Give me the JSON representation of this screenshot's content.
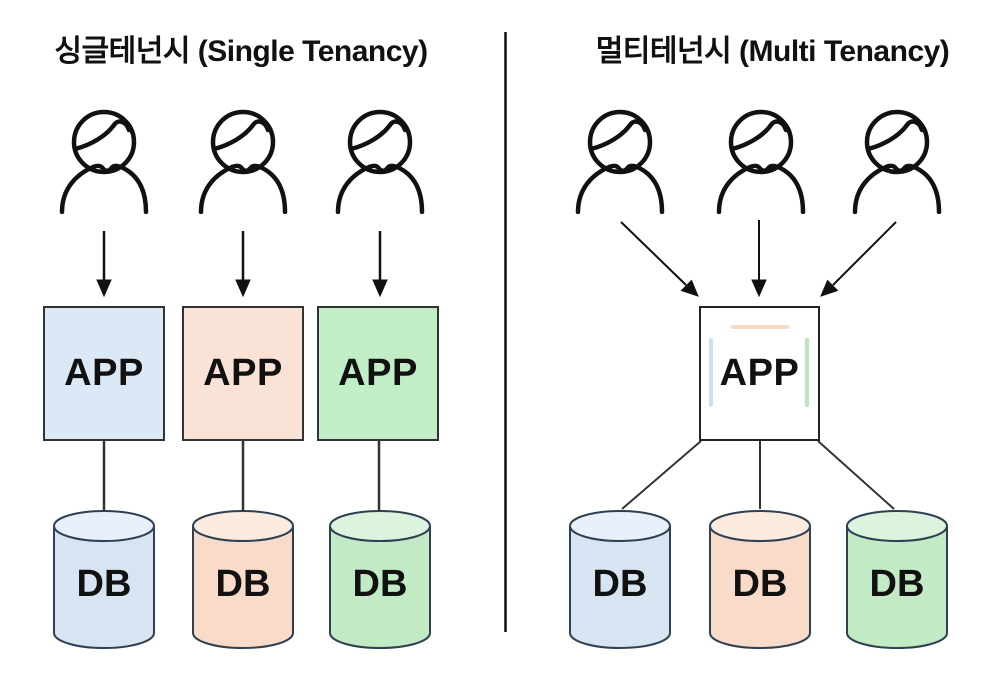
{
  "diagram": {
    "left_panel": {
      "title": "싱글테넌시 (Single Tenancy)",
      "user_count": 3,
      "tenants": [
        {
          "name": "tenant-blue",
          "app_label": "APP",
          "db_label": "DB",
          "app_fill": "#dbe8f5",
          "db_body_fill": "#d7e5f3",
          "db_top_fill": "#e9f0f9"
        },
        {
          "name": "tenant-peach",
          "app_label": "APP",
          "db_label": "DB",
          "app_fill": "#fae3d6",
          "db_body_fill": "#f8dcc9",
          "db_top_fill": "#fcecdf"
        },
        {
          "name": "tenant-green",
          "app_label": "APP",
          "db_label": "DB",
          "app_fill": "#c1eec6",
          "db_body_fill": "#c2eac5",
          "db_top_fill": "#dcf3de"
        }
      ]
    },
    "right_panel": {
      "title": "멀티테넌시 (Multi Tenancy)",
      "user_count": 3,
      "app_label": "APP",
      "app_fill": "#ffffff",
      "accents": {
        "top": "#f7d9c4",
        "left": "#cfdff2",
        "right": "#b9e6bc"
      },
      "dbs": [
        {
          "name": "db-blue",
          "db_label": "DB",
          "db_body_fill": "#d7e5f3",
          "db_top_fill": "#e9f0f9"
        },
        {
          "name": "db-peach",
          "db_label": "DB",
          "db_body_fill": "#f8dcc9",
          "db_top_fill": "#fcecdf"
        },
        {
          "name": "db-green",
          "db_label": "DB",
          "db_body_fill": "#c2eac5",
          "db_top_fill": "#dcf3de"
        }
      ]
    },
    "strokes": {
      "outline": "#111111",
      "cylinder_border": "#2e4052",
      "box_border": "#333333"
    }
  }
}
